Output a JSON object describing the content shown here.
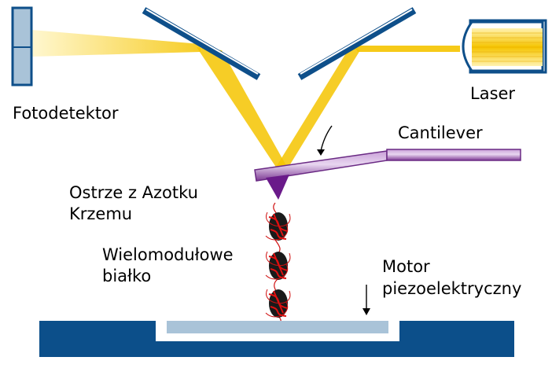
{
  "labels": {
    "photodetector": "Fotodetektor",
    "laser": "Laser",
    "cantilever": "Cantilever",
    "tip_line1": "Ostrze z Azotku",
    "tip_line2": "Krzemu",
    "protein_line1": "Wielomodułowe",
    "protein_line2": "białko",
    "motor_line1": "Motor",
    "motor_line2": "piezoelektryczny"
  },
  "colors": {
    "beam": "#f5c400",
    "beam_light": "#fde97a",
    "mirror_frame": "#0e4f8a",
    "mirror_face": "#ffffff",
    "detector_face": "#a9c3d8",
    "cantilever": "#7d3a94",
    "cantilever_light": "#c9a0d8",
    "tip": "#6a1a8a",
    "protein": "#d01010",
    "stage": "#0c4f8a",
    "sample_plate": "#a9c3d8"
  }
}
